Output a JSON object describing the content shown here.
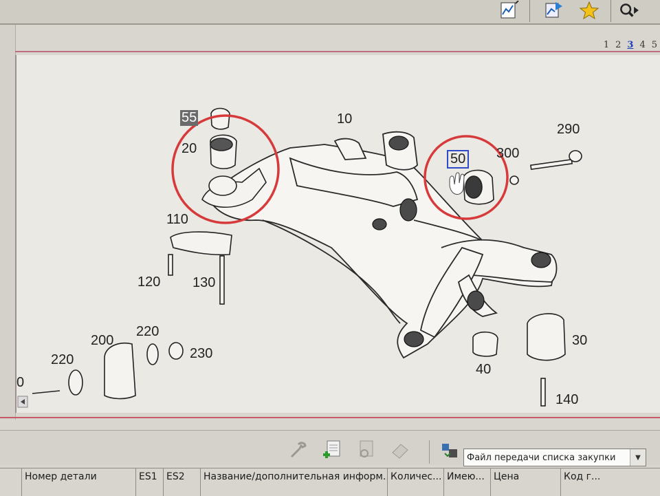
{
  "toolbar": {
    "icons": [
      "document-graph-icon",
      "export-chart-icon",
      "favorite-star-icon",
      "search-zoom-icon"
    ]
  },
  "pager": {
    "pages": [
      "1",
      "2",
      "3",
      "4",
      "5"
    ],
    "current": "3"
  },
  "diagram": {
    "labels": {
      "l55": "55",
      "l20": "20",
      "l10": "10",
      "l290": "290",
      "l300": "300",
      "l50": "50",
      "l110": "110",
      "l120": "120",
      "l130": "130",
      "l200": "200",
      "l220a": "220",
      "l220b": "220",
      "l230": "230",
      "l30": "30",
      "l40": "40",
      "l140": "140",
      "l0": "0"
    },
    "highlight_color": "#d63a3a",
    "selected_box_color": "#2e4ac8"
  },
  "bottom_toolbar": {
    "icons": [
      "tools-icon",
      "add-document-icon",
      "search-document-icon",
      "eraser-icon",
      "transfer-icon"
    ],
    "dropdown_value": "Файл передачи списка закупки"
  },
  "table_header": {
    "columns": [
      "",
      "Номер детали",
      "ES1",
      "ES2",
      "Название/дополнительная информ...",
      "Количес...",
      "Имею...",
      "Цена",
      "Код г..."
    ]
  }
}
